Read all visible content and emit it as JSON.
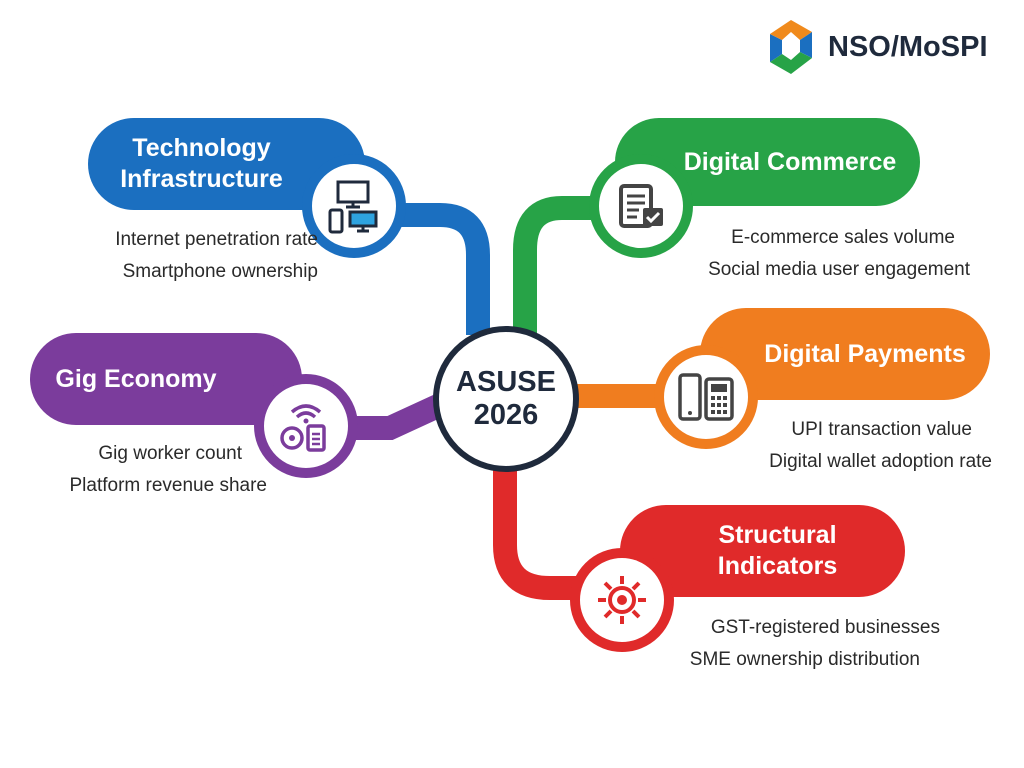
{
  "logo": {
    "text": "NSO/MoSPI"
  },
  "center": {
    "line1": "ASUSE",
    "line2": "2026"
  },
  "colors": {
    "blue": "#1b6fc0",
    "green": "#27a347",
    "purple": "#7b3c9c",
    "orange": "#f07d1f",
    "red": "#e02a2a",
    "dark": "#1f2a3c"
  },
  "branches": [
    {
      "title1": "Technology",
      "title2": "Infrastructure",
      "items": [
        "Internet penetration rate",
        "Smartphone ownership"
      ]
    },
    {
      "title1": "Digital Commerce",
      "items": [
        "E-commerce sales volume",
        "Social media user engagement"
      ]
    },
    {
      "title1": "Gig Economy",
      "items": [
        "Gig worker count",
        "Platform revenue share"
      ]
    },
    {
      "title1": "Digital Payments",
      "items": [
        "UPI transaction value",
        "Digital wallet adoption rate"
      ]
    },
    {
      "title1": "Structural",
      "title2": "Indicators",
      "items": [
        "GST-registered businesses",
        "SME ownership distribution"
      ]
    }
  ]
}
